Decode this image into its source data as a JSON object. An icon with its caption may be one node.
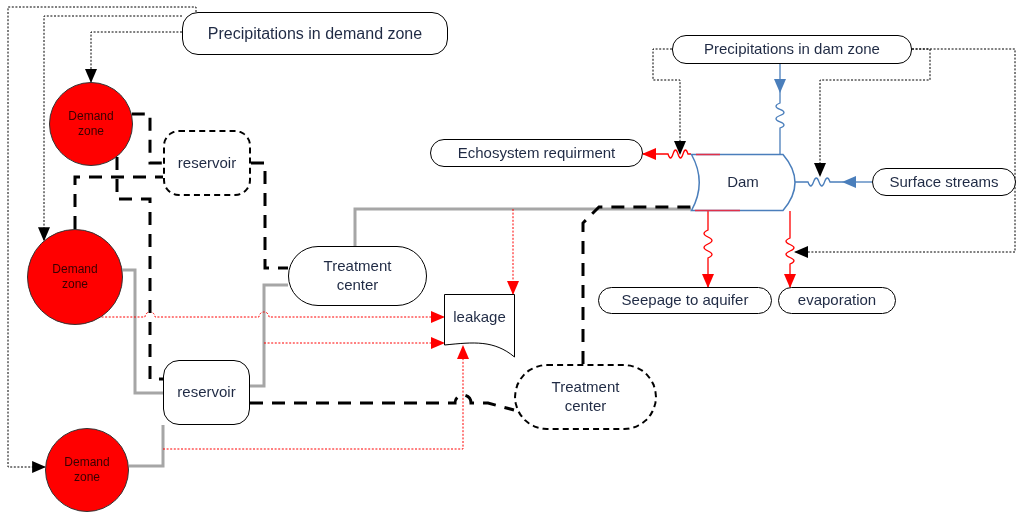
{
  "diagram": {
    "nodes": [
      {
        "text": [
          "Precipitations in demand zone"
        ]
      },
      {
        "text": [
          "Demand zone"
        ]
      },
      {
        "text": [
          "reservoir"
        ]
      },
      {
        "text": [
          "Demand zone"
        ]
      },
      {
        "text": [
          "Treatment center"
        ]
      },
      {
        "text": [
          "leakage"
        ]
      },
      {
        "text": [
          "reservoir"
        ]
      },
      {
        "text": [
          "Treatment center"
        ]
      },
      {
        "text": [
          "Demand zone"
        ]
      },
      {
        "text": [
          "Precipitations in dam zone"
        ]
      },
      {
        "text": [
          "Echosystem requirment"
        ]
      },
      {
        "text": [
          "Dam"
        ]
      },
      {
        "text": [
          "Surface streams"
        ]
      },
      {
        "text": [
          "Seepage to aquifer"
        ]
      },
      {
        "text": [
          "evaporation"
        ]
      }
    ],
    "edges": [
      {
        "from": 0,
        "to": 1,
        "arrow": "to",
        "style": "dashed"
      },
      {
        "from": 0,
        "to": 3,
        "arrow": "to",
        "style": "dashed"
      },
      {
        "from": 0,
        "to": 8,
        "arrow": "to",
        "style": "dashed"
      },
      {
        "from": 9,
        "to": 11,
        "arrow": "to",
        "style": "dashed"
      },
      {
        "from": 9,
        "to": null,
        "arrow": "to",
        "style": "dashed"
      },
      {
        "from": 9,
        "to": null,
        "arrow": "to",
        "style": "dashed"
      },
      {
        "from": 9,
        "to": null,
        "arrow": "to",
        "color": "#4a7ebb"
      },
      {
        "from": 12,
        "to": null,
        "arrow": "to",
        "color": "#4a7ebb"
      },
      {
        "from": 11,
        "to": 10,
        "arrow": "to",
        "color": "#ff0000"
      },
      {
        "from": 11,
        "to": 13,
        "arrow": "to",
        "color": "#ff0000"
      },
      {
        "from": 11,
        "to": 14,
        "arrow": "to",
        "color": "#ff0000"
      },
      {
        "from": 11,
        "to": 4,
        "arrow": "none",
        "style": "thick",
        "color": "#a6a6a6"
      },
      {
        "from": 3,
        "to": 6,
        "arrow": "none",
        "style": "thick",
        "color": "#a6a6a6"
      },
      {
        "from": 8,
        "to": 6,
        "arrow": "none",
        "style": "thick",
        "color": "#a6a6a6"
      },
      {
        "from": 6,
        "to": 4,
        "arrow": "none",
        "style": "thick",
        "color": "#a6a6a6"
      },
      {
        "from": 3,
        "to": 5,
        "arrow": "to",
        "style": "dashed",
        "color": "#ff0000"
      },
      {
        "from": null,
        "to": 5,
        "arrow": "to",
        "style": "dashed",
        "color": "#ff0000"
      },
      {
        "from": null,
        "to": 5,
        "arrow": "to",
        "style": "dashed",
        "color": "#ff0000"
      },
      {
        "from": null,
        "to": 5,
        "arrow": "to",
        "style": "dashed",
        "color": "#ff0000"
      },
      {
        "from": 1,
        "to": 2,
        "arrow": "none",
        "style": "dashed"
      },
      {
        "from": 1,
        "to": 6,
        "arrow": "none",
        "style": "dashed"
      },
      {
        "from": 3,
        "to": 2,
        "arrow": "none",
        "style": "dashed"
      },
      {
        "from": 2,
        "to": 4,
        "arrow": "none",
        "style": "dashed"
      },
      {
        "from": 6,
        "to": 7,
        "arrow": "none",
        "style": "dashed"
      },
      {
        "from": 7,
        "to": 11,
        "arrow": "none",
        "style": "dashed"
      },
      {
        "from": null,
        "to": 11,
        "arrow": "none",
        "color": "#4a7ebb"
      },
      {
        "from": null,
        "to": 11,
        "arrow": "none",
        "color": "#4a7ebb"
      }
    ]
  }
}
